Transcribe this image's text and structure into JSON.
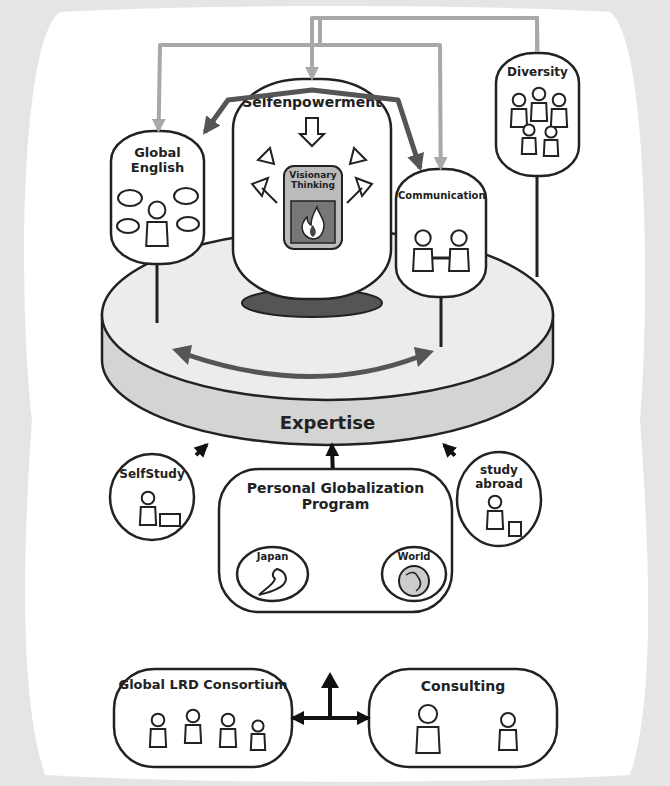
{
  "diagram": {
    "nodes": [
      {
        "text": [
          "Global English"
        ]
      },
      {
        "text": [
          "Selfenpowerment"
        ]
      },
      {
        "text": [
          "Visionary Thinking"
        ],
        "in": 1
      },
      {
        "text": [
          "Communication"
        ]
      },
      {
        "text": [
          "Diversity"
        ]
      },
      {
        "text": [
          "Expertise"
        ]
      },
      {
        "text": [
          "SelfStudy"
        ]
      },
      {
        "text": [
          "Personal Globalization Program"
        ]
      },
      {
        "text": [
          "Japan"
        ],
        "in": 7
      },
      {
        "text": [
          "World"
        ],
        "in": 7
      },
      {
        "text": [
          "study abroad"
        ]
      },
      {
        "text": [
          "Global LRD Consortium"
        ]
      },
      {
        "text": [
          "Consulting"
        ]
      }
    ],
    "edges": [
      {
        "from": 4,
        "to": 0,
        "arrow": "to"
      },
      {
        "from": 4,
        "to": 1,
        "arrow": "to"
      },
      {
        "from": 4,
        "to": 3,
        "arrow": "to"
      },
      {
        "from": 0,
        "to": 3,
        "arrow": "both"
      },
      {
        "from": 6,
        "to": 5,
        "arrow": "to"
      },
      {
        "from": 7,
        "to": 5,
        "arrow": "to"
      },
      {
        "from": 10,
        "to": 5,
        "arrow": "to"
      },
      {
        "from": 11,
        "to": 12,
        "arrow": "both"
      }
    ]
  }
}
